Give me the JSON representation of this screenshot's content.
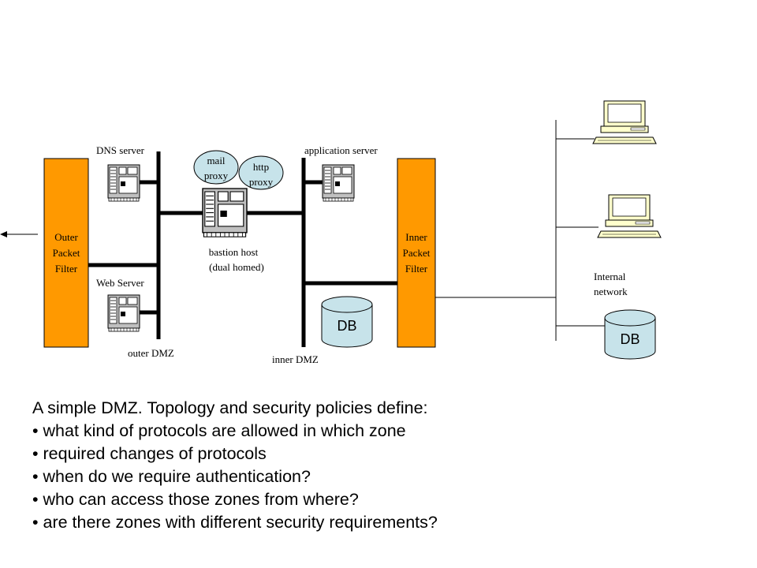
{
  "diagram": {
    "outer_filter_lines": [
      "Outer",
      "Packet",
      "Filter"
    ],
    "inner_filter_lines": [
      "Inner",
      "Packet",
      "Filter"
    ],
    "dns_server": "DNS server",
    "web_server": "Web Server",
    "app_server": "application server",
    "mail_proxy_lines": [
      "mail",
      "proxy"
    ],
    "http_proxy_lines": [
      "http",
      "proxy"
    ],
    "bastion_lines": [
      "bastion host",
      "(dual homed)"
    ],
    "outer_dmz": "outer DMZ",
    "inner_dmz": "inner DMZ",
    "internal_lines": [
      "Internal",
      "network"
    ],
    "db_label": "DB"
  },
  "caption": {
    "title": "A simple DMZ. Topology and security policies define:",
    "bullets": [
      "• what kind of protocols are allowed in which zone",
      "• required changes of protocols",
      "• when do we require authentication?",
      "• who can access those zones from where?",
      "• are there zones with different security requirements?"
    ]
  },
  "colors": {
    "filter": "#FF9900",
    "cylinder": "#C7E3EA",
    "proxy": "#C7E3EA",
    "monitor": "#FFFFCC",
    "server": "#C0C0C0"
  }
}
